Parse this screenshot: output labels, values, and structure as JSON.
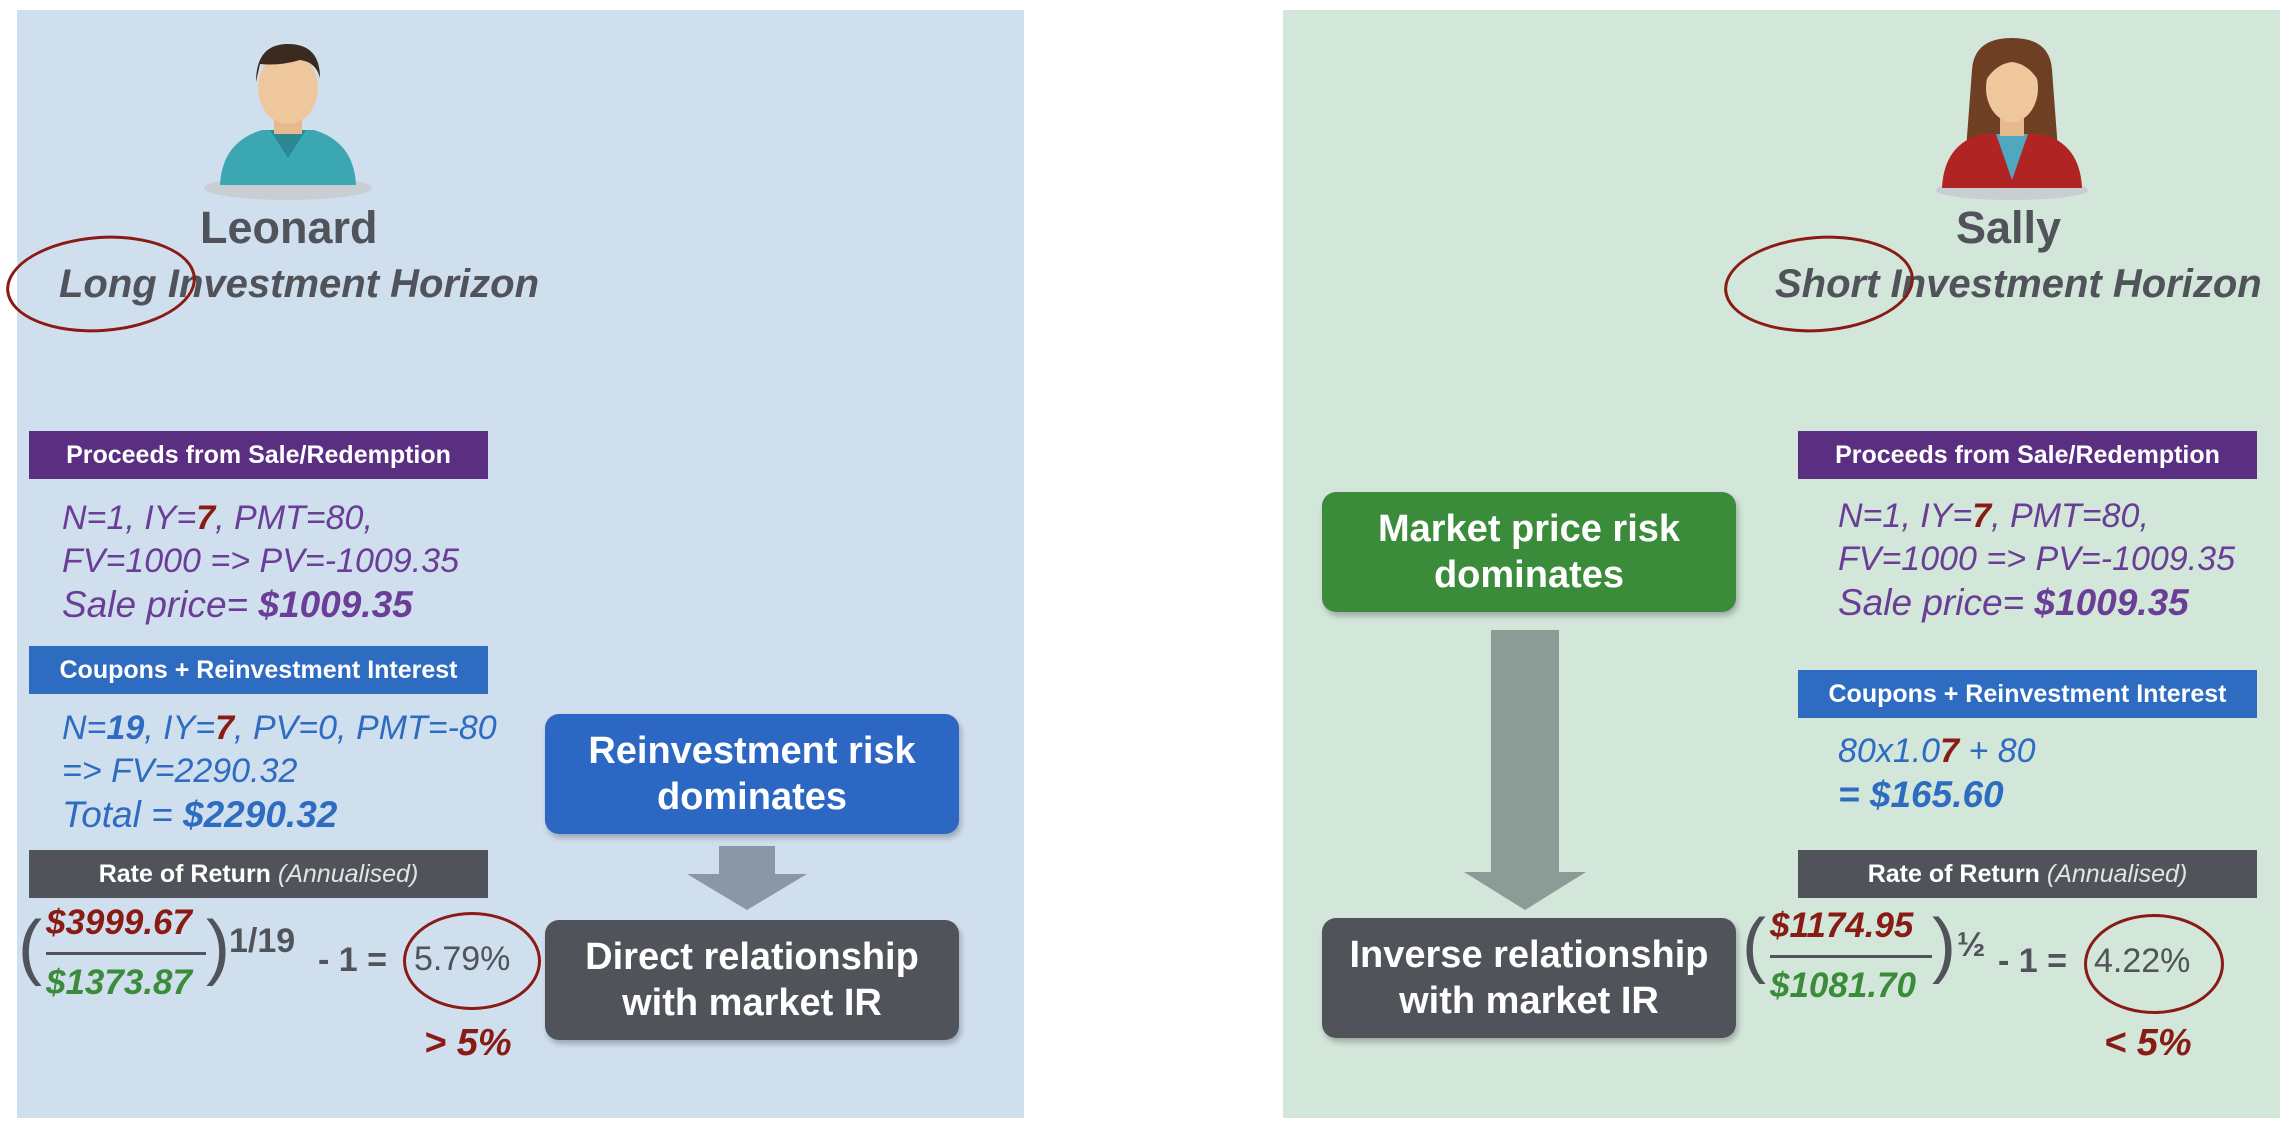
{
  "left": {
    "name": "Leonard",
    "horizon": "Long Investment Horizon",
    "proceeds": {
      "header": "Proceeds from Sale/Redemption",
      "line1_a": "N=1, IY=",
      "line1_rate": "7",
      "line1_b": ", PMT=80,",
      "line2": "FV=1000  =>  PV=-1009.35",
      "line3_label": "Sale price= ",
      "line3_value": "$1009.35"
    },
    "coupons": {
      "header": "Coupons + Reinvestment Interest",
      "line1_a": "N=",
      "line1_n": "19",
      "line1_b": ", IY=",
      "line1_rate": "7",
      "line1_c": ", PV=0, PMT=-80",
      "line2": "=>  FV=2290.32",
      "line3_label": "Total = ",
      "line3_value": "$2290.32"
    },
    "return": {
      "header_bold": "Rate of Return",
      "header_note": "(Annualised)",
      "numerator": "$3999.67",
      "denominator": "$1373.87",
      "exponent": "1/19",
      "minus": "- 1 =",
      "result": "5.79%",
      "comparison": "> 5%"
    },
    "risk_box": "Reinvestment risk dominates",
    "relation_box": "Direct relationship with market IR"
  },
  "right": {
    "name": "Sally",
    "horizon": "Short Investment Horizon",
    "proceeds": {
      "header": "Proceeds from Sale/Redemption",
      "line1_a": "N=1, IY=",
      "line1_rate": "7",
      "line1_b": ", PMT=80,",
      "line2": "FV=1000  =>  PV=-1009.35",
      "line3_label": "Sale price= ",
      "line3_value": "$1009.35"
    },
    "coupons": {
      "header": "Coupons + Reinvestment Interest",
      "line1_a": "80x1.0",
      "line1_rate": "7",
      "line1_b": " + 80",
      "line2": "= $165.60"
    },
    "return": {
      "header_bold": "Rate of Return",
      "header_note": "(Annualised)",
      "numerator": "$1174.95",
      "denominator": "$1081.70",
      "exponent": "½",
      "minus": "- 1 =",
      "result": "4.22%",
      "comparison": "< 5%"
    },
    "risk_box": "Market price risk dominates",
    "relation_box": "Inverse relationship with market IR"
  },
  "colors": {
    "left_bg": "#d0dfee",
    "right_bg": "#d2e6d9",
    "purple": "#5a2f82",
    "blue": "#2e6cc2",
    "gray": "#505359",
    "green": "#3a8c3a",
    "red": "#8a1b14"
  },
  "icons": [
    "male-avatar-icon",
    "female-avatar-icon",
    "down-arrow-icon"
  ]
}
